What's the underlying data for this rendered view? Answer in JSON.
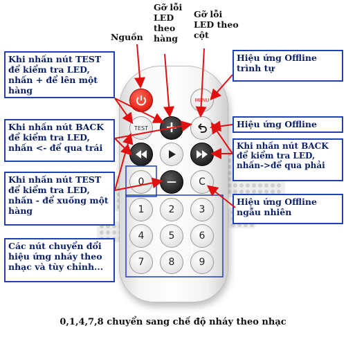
{
  "labels": {
    "power": "Nguồn",
    "debug_row": "Gỡ lỗi LED theo hàng",
    "debug_col": "Gỡ lỗi LED theo cột",
    "test_up": "Khi nhấn nút TEST để kiểm tra LED, nhấn + để lên một hàng",
    "back_left": "Khi nhấn nút BACK để kiểm tra LED, nhấn <- để qua trái",
    "test_down": "Khi nhấn nút TEST để kiểm tra LED, nhấn - để xuống một hàng",
    "switch_effects": "Các nút chuyển đổi hiệu ứng nháy theo nhạc và tùy chỉnh...",
    "offline_seq": "Hiệu ứng Offline trình tự",
    "offline": "Hiệu ứng Offline",
    "back_right": "Khi nhấn nút BACK để kiểm tra LED, nhấn->để qua phải",
    "offline_random": "Hiệu ứng Offline ngẫu nhiên",
    "footer": "0,1,4,7,8 chuyển sang chế độ nháy theo nhạc"
  },
  "remote": {
    "menu": "MENU",
    "test": "TEST",
    "plus": "+",
    "minus": "—",
    "c": "C",
    "n0": "0",
    "n1": "1",
    "n2": "2",
    "n3": "3",
    "n4": "4",
    "n5": "5",
    "n6": "6",
    "n7": "7",
    "n8": "8",
    "n9": "9"
  },
  "colors": {
    "box_border": "#1f3fb5",
    "arrow": "#e01010",
    "power_button": "#e8261a"
  }
}
